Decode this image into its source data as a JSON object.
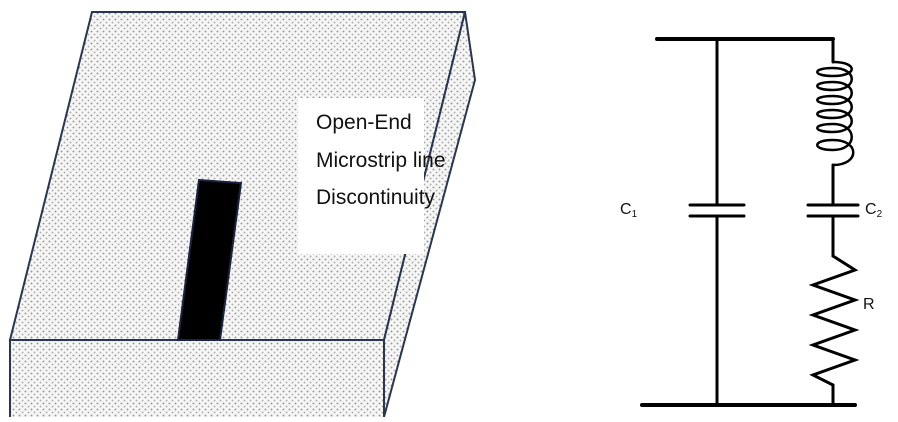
{
  "substrate_label": {
    "line1": "Open-End",
    "line2": "Microstrip line",
    "line3": "Discontinuity"
  },
  "circuit": {
    "c1": {
      "letter": "C",
      "sub": "1"
    },
    "c2": {
      "letter": "C",
      "sub": "2"
    },
    "r": "R"
  },
  "colors": {
    "outline": "#2a3550",
    "dots": "#9a9a9a",
    "strip": "#000000",
    "wire": "#000000"
  }
}
